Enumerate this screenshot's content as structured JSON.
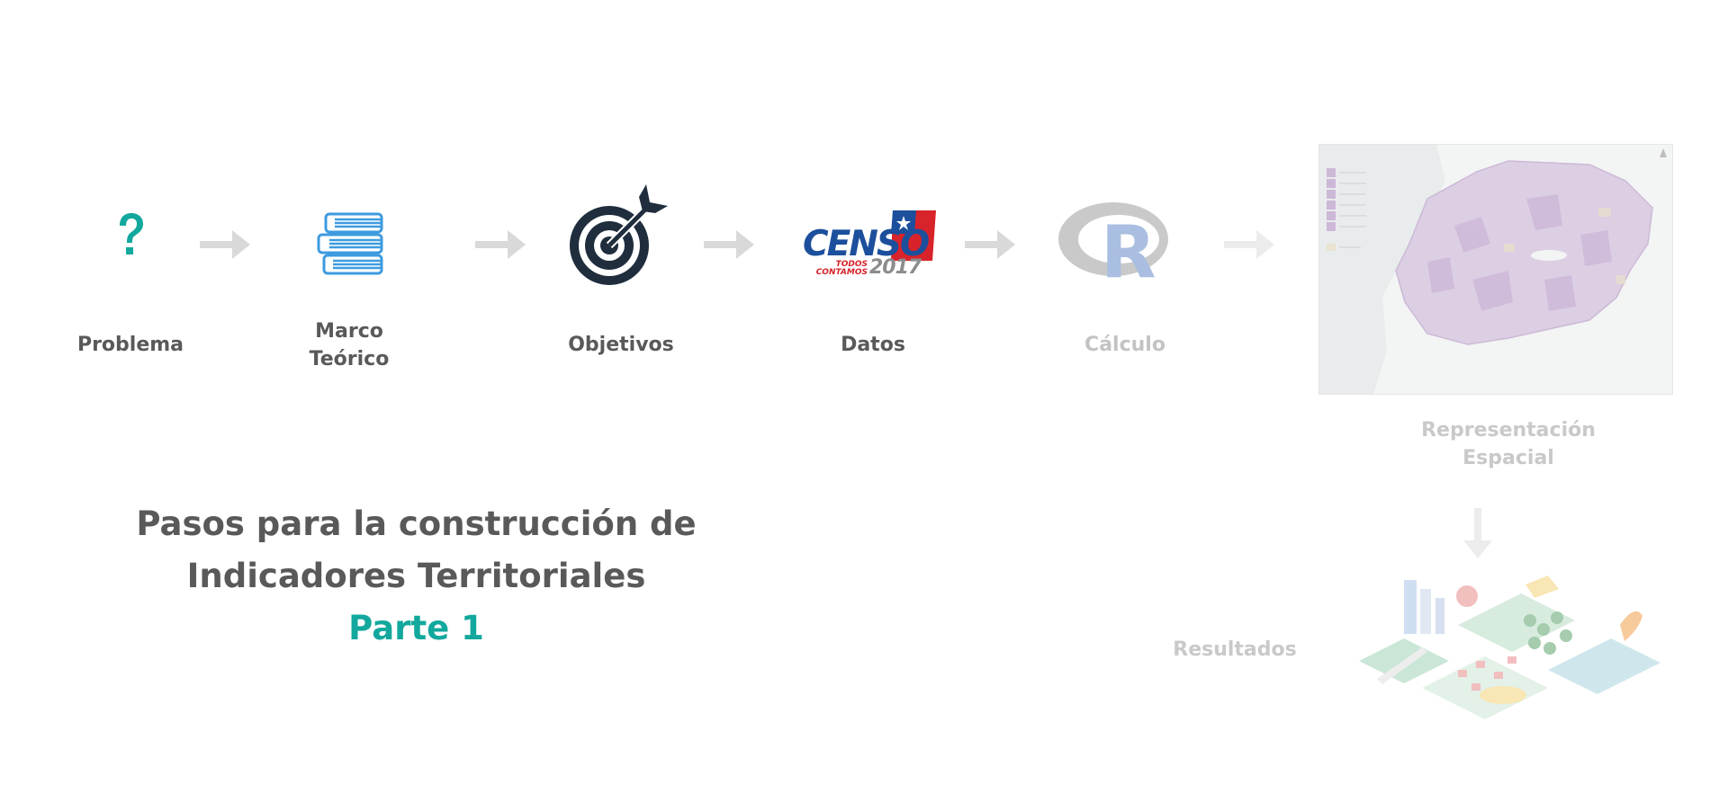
{
  "steps": [
    {
      "label": "Problema",
      "icon": "question-mark-icon"
    },
    {
      "label_line1": "Marco",
      "label_line2": "Teórico",
      "icon": "books-icon"
    },
    {
      "label": "Objetivos",
      "icon": "target-icon"
    },
    {
      "label": "Datos",
      "icon": "censo-2017-logo"
    },
    {
      "label": "Cálculo",
      "icon": "r-logo-icon"
    },
    {
      "label_line1": "Representación",
      "label_line2": "Espacial",
      "icon": "map-image"
    },
    {
      "label": "Resultados",
      "icon": "city-illustration"
    }
  ],
  "censo_logo": {
    "word": "CENSO",
    "tagline_line1": "TODOS",
    "tagline_line2": "CONTAMOS",
    "year": "2017"
  },
  "r_logo": {
    "letter": "R"
  },
  "title": {
    "line1": "Pasos para la construcción de",
    "line2": "Indicadores Territoriales",
    "line3": "Parte 1"
  },
  "colors": {
    "accent": "#12a89d",
    "text": "#595959",
    "faded_text": "#c3c3c3",
    "arrow": "#d9d9d9",
    "books": "#3d9be0",
    "target": "#1f2d3d",
    "censo_blue": "#1c4f9c",
    "censo_red": "#d8232a",
    "map_fill": "#dccfe4"
  }
}
